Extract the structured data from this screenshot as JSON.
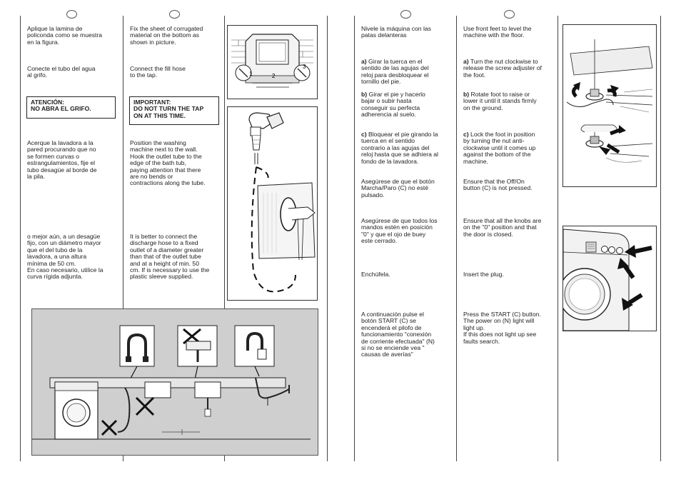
{
  "left_page": {
    "es": {
      "p1": "Aplique la lamina de\npoliconda como se muestra\nen la figura.",
      "p2": " Conecte el tubo del agua\n al grifo.",
      "warning": "ATENCIÓN:\nNO ABRA EL GRIFO.",
      "p3": "Acerque la lavadora a la\npared procurando que no\nse formen curvas o\nestrangulamientos, fije el\ntubo desagüe al borde de\nla pila.",
      "p4": "o mejor aún, a un desagüe\nfijo, con un diámetro mayor\nque el del tubo de la\nlavadora, a una altura\nmínima de 50 cm.\nEn caso necesario, utilice la\ncurva rígida adjunta."
    },
    "en": {
      "p1": "Fix the sheet of corrugated\nmaterial on the bottom as\nshown in picture.",
      "p2": "Connect the fill hose\nto the tap.",
      "warning": "IMPORTANT:\nDO NOT TURN THE TAP\nON AT THIS TIME.",
      "p3": "Position the washing\nmachine next to the wall.\nHook the outlet tube to the\nedge of the bath tub,\npaying attention that there\nare no bends or\ncontractions along the tube.",
      "p4": "It is better to connect the\ndischarge hose to a fixed\noutlet of a diameter greater\nthan that of the outlet tube\nand at a height of min. 50\ncm. If is necessary to use the\nplastic sleeve supplied."
    },
    "figure_labels": [
      "1",
      "2",
      "3"
    ]
  },
  "right_page": {
    "es": {
      "p1": "Nivele la máquina con las\npatas delanteras",
      "a_label": "a)",
      "a_text": " Girar la tuerca en el\nsentido de las agujas del\nreloj para desbloquear el\ntornillo del pie.",
      "b_label": "b)",
      "b_text": " Girar el pie y hacerlo\nbajar o subir hasta\nconseguir su perfecta\nadherencia al suelo.",
      "c_label": "c)",
      "c_text": " Bloquear el pie girando la\ntuerca en el sentido\ncontrario a las agujas del\nreloj hasta que se adhiera al\nfondo de la lavadora.",
      "p2": "Asegúrese de que el botón\nMarcha/Paro (C) no esté\npulsado.",
      "p3": "Asegúrese de que todos los\nmandos estén en posición\n\"0\" y que el ojo de buey\neste cerrado.",
      "p4": "Enchúfela.",
      "p5": "A continuación pulse el\nbotón START (C) se\nencenderá el pilofo de\nfuncionamiento \"conexión\nde corriente efectuada\" (N)\nsi no se enciende vea \"\ncausas de averías\""
    },
    "en": {
      "p1": "Use front feet to level the\nmachine with the floor.",
      "a_label": "a)",
      "a_text": " Turn the nut clockwise to\nrelease the screw adjuster of\nthe foot.",
      "b_label": "b)",
      "b_text": " Rotate foot to raise or\nlower it until it stands firmly\non the ground.",
      "c_label": "c)",
      "c_text": " Lock the foot in position\nby turning the nut anti-\nclockwise until it comes up\nagainst the bottom of the\nmachine.",
      "p2": "Ensure that the Off/On\nbutton (C) is not pressed.",
      "p3": "Ensure that all the knobs are\non the \"0\" position and that\nthe door is closed.",
      "p4": "Insert the plug.",
      "p5": "Press the START (C) button.\nThe power on (N) light will\nlight up.\nIf this does not light up see\nfaults search."
    }
  }
}
